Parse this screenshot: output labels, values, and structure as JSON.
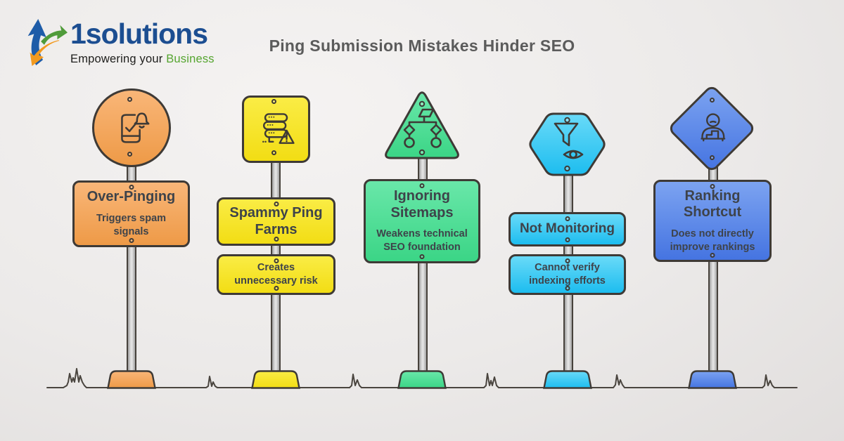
{
  "meta": {
    "background_top": "#F5F3F2",
    "background_bottom": "#E1DEDD",
    "outline_color": "#3E3A36",
    "board_text_color": "#3E434A",
    "ground_color": "#4A453F",
    "post_color": "#C9C9C9"
  },
  "logo": {
    "brand": "1solutions",
    "brand_color": "#1C4E91",
    "tagline_prefix": "Empowering your ",
    "tagline_highlight": "Business",
    "tagline_prefix_color": "#1D1D1B",
    "tagline_highlight_color": "#55A52F",
    "mark_blue": "#1E5CA8",
    "mark_green": "#4F9B3A",
    "mark_orange": "#F29A1F"
  },
  "header": {
    "title": "Ping Submission Mistakes Hinder SEO",
    "title_color": "#5B5B5B"
  },
  "signs": [
    {
      "id": "over-pinging",
      "shape": "circle",
      "icon": "phone-bell-icon",
      "title": "Over-Pinging",
      "subtitle": "Triggers spam signals",
      "color_top": "#F9B678",
      "color_bottom": "#EE9A47"
    },
    {
      "id": "spammy-ping-farms",
      "shape": "square",
      "icon": "server-warning-icon",
      "title": "Spammy Ping Farms",
      "subtitle": "Creates unnecessary risk",
      "color_top": "#FAEC45",
      "color_bottom": "#F2DD14"
    },
    {
      "id": "ignoring-sitemaps",
      "shape": "triangle",
      "icon": "sitemap-icon",
      "title": "Ignoring Sitemaps",
      "subtitle": "Weakens technical SEO foundation",
      "color_top": "#69E7A9",
      "color_bottom": "#3BD586"
    },
    {
      "id": "not-monitoring",
      "shape": "hexagon",
      "icon": "funnel-eye-icon",
      "title": "Not Monitoring",
      "subtitle": "Cannot verify indexing efforts",
      "color_top": "#69DAF8",
      "color_bottom": "#1DBDEF"
    },
    {
      "id": "ranking-shortcut",
      "shape": "diamond",
      "icon": "person-chart-icon",
      "title": "Ranking Shortcut",
      "subtitle": "Does not directly improve rankings",
      "color_top": "#7CA3F1",
      "color_bottom": "#4574E1"
    }
  ]
}
